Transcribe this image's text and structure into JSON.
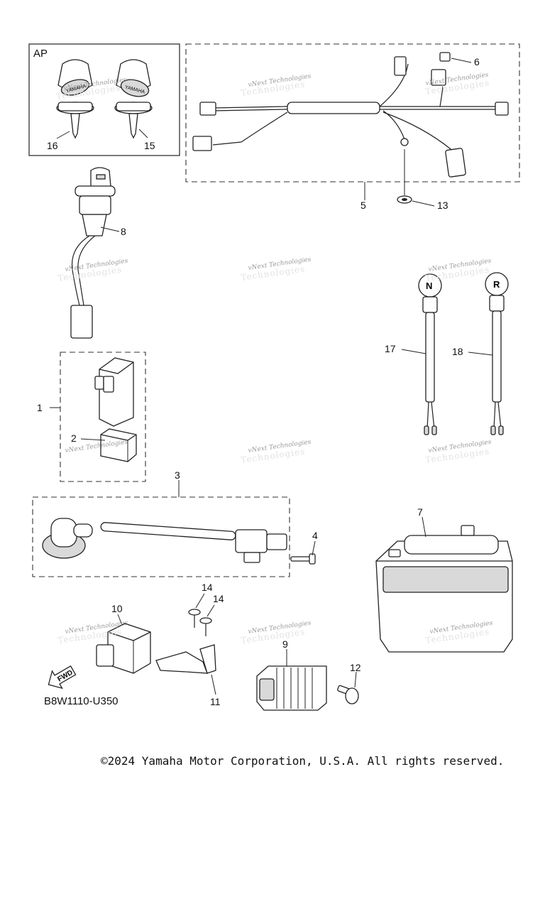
{
  "diagram": {
    "code": "B8W1110-U350",
    "ap_label": "AP",
    "fwd_label": "FWD",
    "key_brand": "YAMAHA",
    "switch_n_label": "N",
    "switch_r_label": "R",
    "callouts": {
      "c1": "1",
      "c2": "2",
      "c3": "3",
      "c4": "4",
      "c5": "5",
      "c6": "6",
      "c7": "7",
      "c8": "8",
      "c9": "9",
      "c10": "10",
      "c11": "11",
      "c12": "12",
      "c13": "13",
      "c14a": "14",
      "c14b": "14",
      "c15": "15",
      "c16": "16",
      "c17": "17",
      "c18": "18"
    },
    "watermark_line1": "vNext Technologies",
    "watermark_line2": "Technologies"
  },
  "footer": {
    "copyright": "©2024 Yamaha Motor Corporation, U.S.A. All rights reserved."
  }
}
